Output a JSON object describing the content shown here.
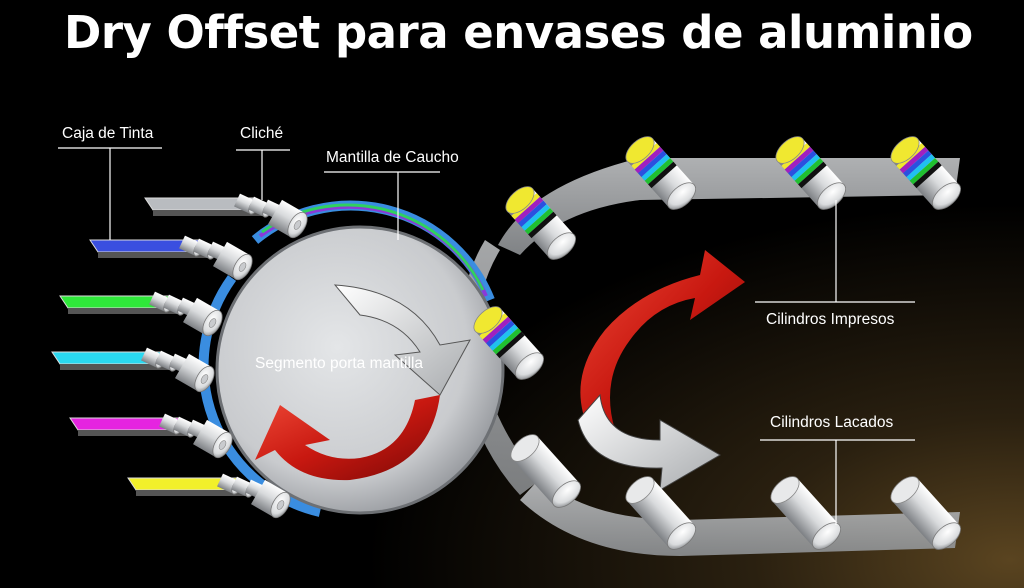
{
  "title": "Dry Offset para envases de aluminio",
  "labels": {
    "ink_box": "Caja de Tinta",
    "plate": "Cliché",
    "rubber_blanket": "Mantilla de Caucho",
    "blanket_segment": "Segmento porta mantilla",
    "printed_cylinders": "Cilindros Impresos",
    "varnished_cylinders": "Cilindros Lacados"
  },
  "ink_colors": [
    "#b9bcc0",
    "#3a4fe0",
    "#2fe83a",
    "#2ad8f0",
    "#e524e0",
    "#f2f02a"
  ],
  "can_stripe_colors": [
    "#f0e830",
    "#a020c0",
    "#2a50e0",
    "#20c0f0",
    "#20c030",
    "#101010"
  ],
  "accent_colors": {
    "arrow_red": "#c81810",
    "title": "#ffffff",
    "background": "#000000"
  }
}
